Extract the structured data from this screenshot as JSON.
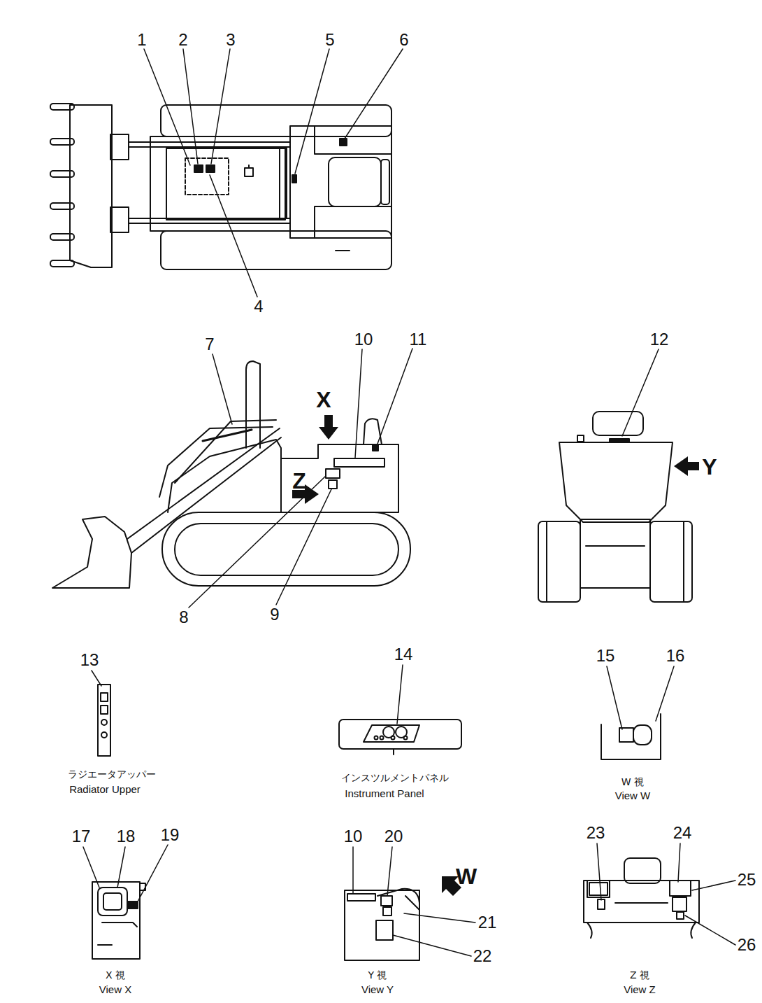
{
  "diagram": {
    "labels": [
      "1",
      "2",
      "3",
      "5",
      "6",
      "4",
      "7",
      "10",
      "11",
      "12",
      "X",
      "Z",
      "Y",
      "8",
      "9",
      "13",
      "ラジエータアッパー",
      "Radiator Upper",
      "14",
      "インスツルメントパネル",
      "Instrument Panel",
      "15",
      "16",
      "W 視",
      "View W",
      "17",
      "18",
      "19",
      "X 視",
      "View X",
      "10",
      "20",
      "W",
      "21",
      "22",
      "Y 視",
      "View Y",
      "23",
      "24",
      "25",
      "26",
      "Z 視",
      "View Z"
    ]
  }
}
